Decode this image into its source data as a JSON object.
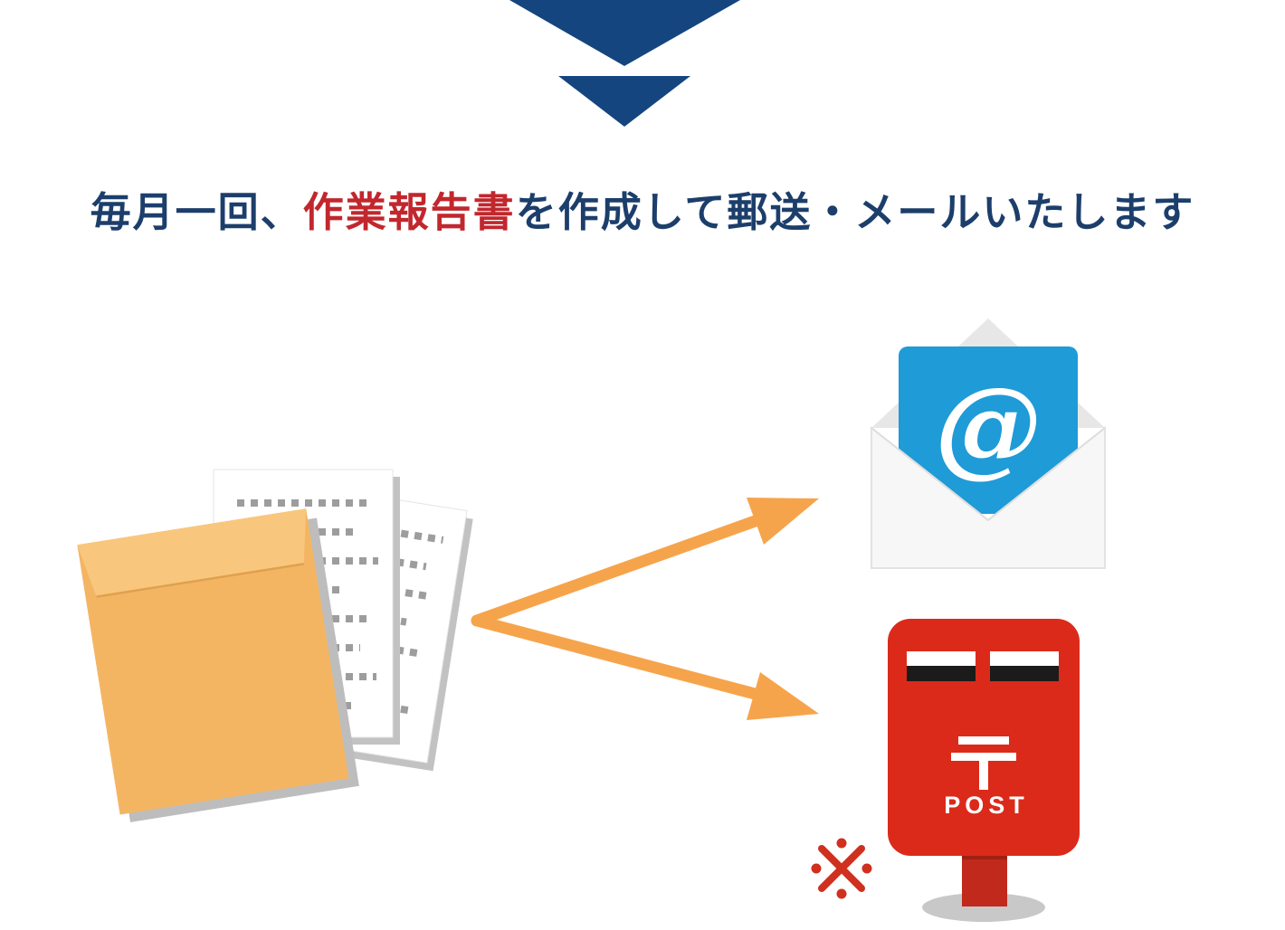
{
  "headline": {
    "prefix": "毎月一回、",
    "highlight": "作業報告書",
    "suffix": "を作成して郵送・メールいたします"
  },
  "diagram": {
    "email": {
      "at_symbol": "@"
    },
    "postbox": {
      "postal_mark": "〒",
      "label": "POST"
    },
    "note": {
      "reference_mark": "※"
    }
  },
  "colors": {
    "headline_text": "#1c3e6b",
    "headline_highlight": "#c1272d",
    "chevron": "#15457f",
    "arrow": "#f6a44b",
    "envelope": "#f4b563",
    "envelope_flap": "#f8c77d",
    "paper_dashes": "#9d9d9d",
    "email_card_blue": "#1f9bd7",
    "email_envelope_gray": "#ececec",
    "postbox_red": "#dc2a1a",
    "postbox_base_gray": "#c8c8c8",
    "note_red": "#d0301e"
  }
}
